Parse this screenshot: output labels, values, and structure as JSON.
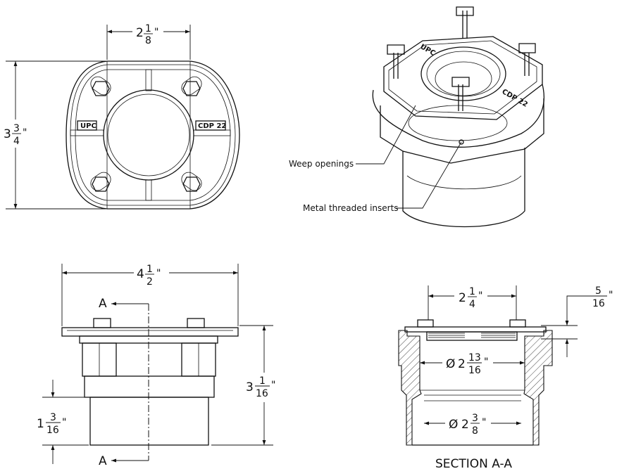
{
  "top_view": {
    "width_dim": {
      "whole": "2",
      "num": "1",
      "den": "8",
      "unit": "\""
    },
    "height_dim": {
      "whole": "3",
      "num": "3",
      "den": "4",
      "unit": "\""
    },
    "tag_left": "UPC",
    "tag_right": "CDP 22"
  },
  "iso_view": {
    "tag_left": "UPC",
    "tag_right": "CDP 22",
    "callouts": [
      "Weep openings",
      "Metal threaded inserts"
    ]
  },
  "front_view": {
    "width_dim": {
      "whole": "4",
      "num": "1",
      "den": "2",
      "unit": "\""
    },
    "height_dim": {
      "whole": "3",
      "num": "1",
      "den": "16",
      "unit": "\""
    },
    "lower_dim": {
      "whole": "1",
      "num": "3",
      "den": "16",
      "unit": "\""
    },
    "section_label_top": "A",
    "section_label_bottom": "A"
  },
  "section_view": {
    "title": "SECTION A-A",
    "top_dim": {
      "whole": "2",
      "num": "1",
      "den": "4",
      "unit": "\""
    },
    "flange_dim": {
      "num": "5",
      "den": "16",
      "unit": "\""
    },
    "upper_dia": {
      "symbol": "Ø",
      "whole": "2",
      "num": "13",
      "den": "16",
      "unit": "\""
    },
    "lower_dia": {
      "symbol": "Ø",
      "whole": "2",
      "num": "3",
      "den": "8",
      "unit": "\""
    }
  }
}
